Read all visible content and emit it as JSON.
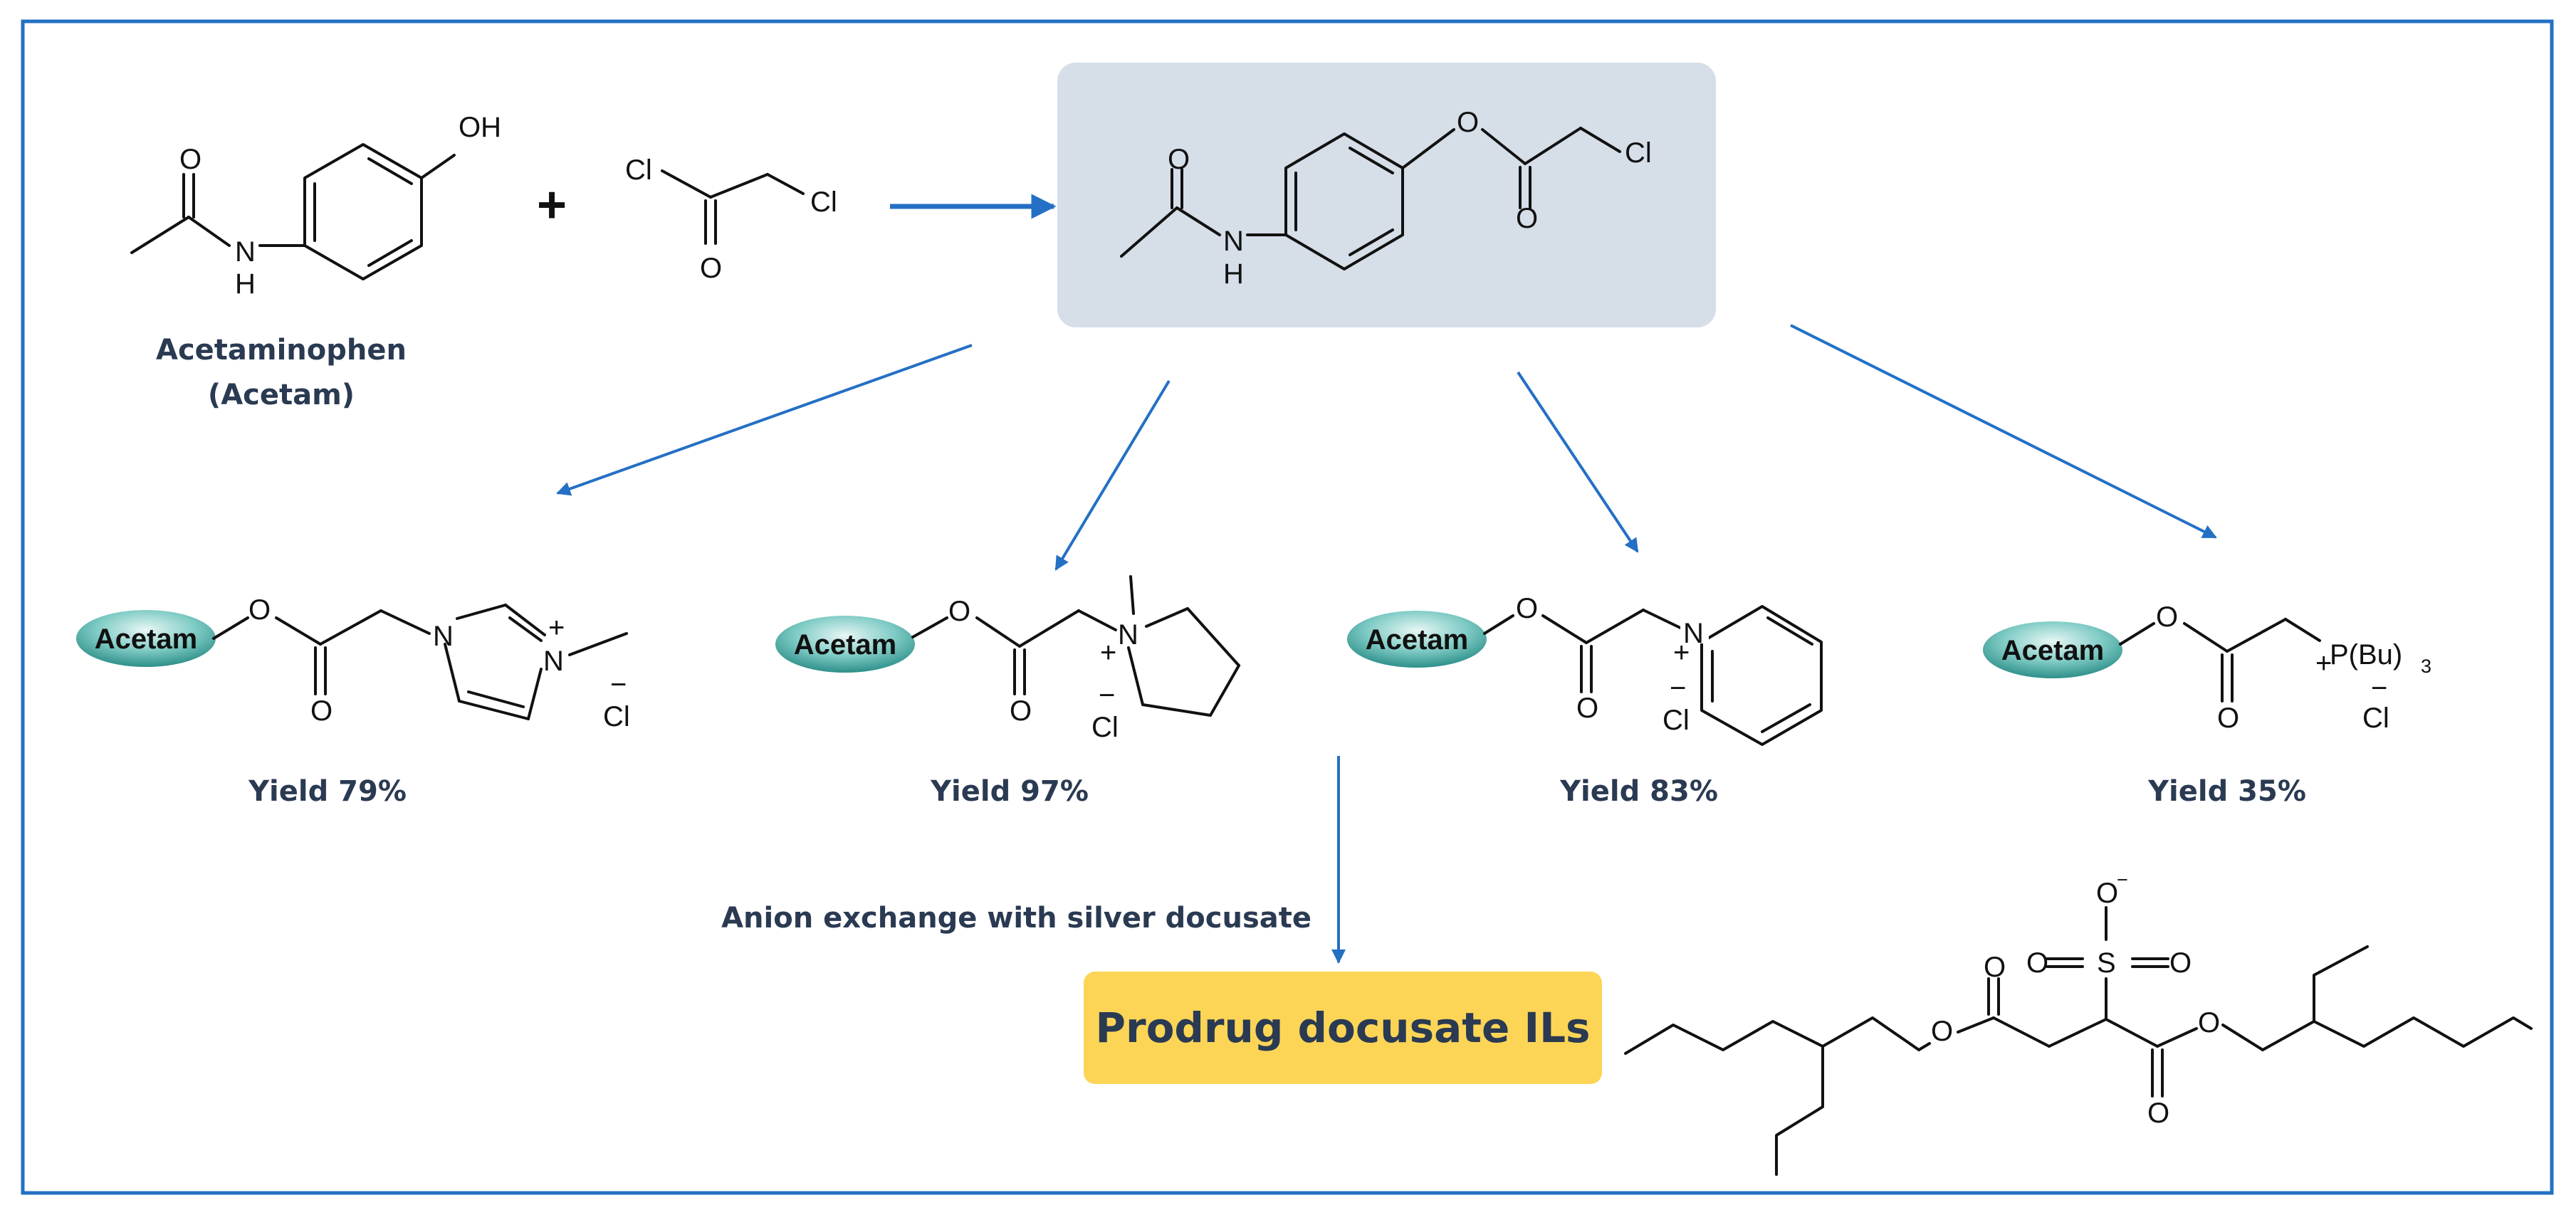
{
  "reaction": {
    "reactant_caption_line1": "Acetaminophen",
    "reactant_caption_line2": "(Acetam)",
    "plus_sign": "+",
    "anion_exchange_label": "Anion exchange with silver docusate",
    "final_product_label": "Prodrug docusate ILs"
  },
  "atoms": {
    "O": "O",
    "OH": "OH",
    "N": "N",
    "H": "H",
    "Cl": "Cl",
    "S": "S",
    "plus": "+",
    "minus": "−",
    "P_Bu3": "P(Bu)",
    "subscript_3": "3"
  },
  "products": [
    {
      "label": "Acetam",
      "yield": "Yield 79%"
    },
    {
      "label": "Acetam",
      "yield": "Yield 97%"
    },
    {
      "label": "Acetam",
      "yield": "Yield 83%"
    },
    {
      "label": "Acetam",
      "yield": "Yield 35%"
    }
  ],
  "colors": {
    "frame": "#2470c4",
    "arrow": "#2470c4",
    "intermediate_box": "#d6dee8",
    "final_box": "#fdd556",
    "caption_text": "#2a3a52",
    "ellipse_teal": "#4fb3ad"
  }
}
